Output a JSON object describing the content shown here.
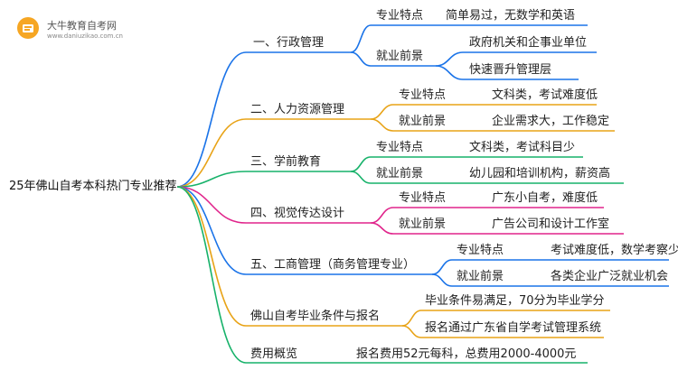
{
  "logo": {
    "title": "大牛教育自考网",
    "url": "www.daniuzikao.com.cn"
  },
  "mindmap": {
    "root": "25年佛山自考本科热门专业推荐",
    "branches": [
      {
        "label": "一、行政管理",
        "color": "#1a73e8",
        "children": [
          {
            "label": "专业特点",
            "leaves": [
              "简单易过，无数学和英语"
            ]
          },
          {
            "label": "就业前景",
            "leaves": [
              "政府机关和企事业单位",
              "快速晋升管理层"
            ]
          }
        ]
      },
      {
        "label": "二、人力资源管理",
        "color": "#e8a317",
        "children": [
          {
            "label": "专业特点",
            "leaves": [
              "文科类，考试难度低"
            ]
          },
          {
            "label": "就业前景",
            "leaves": [
              "企业需求大，工作稳定"
            ]
          }
        ]
      },
      {
        "label": "三、学前教育",
        "color": "#17b26a",
        "children": [
          {
            "label": "专业特点",
            "leaves": [
              "文科类，考试科目少"
            ]
          },
          {
            "label": "就业前景",
            "leaves": [
              "幼儿园和培训机构，薪资高"
            ]
          }
        ]
      },
      {
        "label": "四、视觉传达设计",
        "color": "#e0248b",
        "children": [
          {
            "label": "专业特点",
            "leaves": [
              "广东小自考，难度低"
            ]
          },
          {
            "label": "就业前景",
            "leaves": [
              "广告公司和设计工作室"
            ]
          }
        ]
      },
      {
        "label": "五、工商管理（商务管理专业）",
        "color": "#1a73e8",
        "children": [
          {
            "label": "专业特点",
            "leaves": [
              "考试难度低，数学考察少"
            ]
          },
          {
            "label": "就业前景",
            "leaves": [
              "各类企业广泛就业机会"
            ]
          }
        ]
      },
      {
        "label": "佛山自考毕业条件与报名",
        "color": "#e8a317",
        "leaves": [
          "毕业条件易满足，70分为毕业学分",
          "报名通过广东省自学考试管理系统"
        ]
      },
      {
        "label": "费用概览",
        "color": "#17b26a",
        "leaves": [
          "报名费用52元每科，总费用2000-4000元"
        ]
      }
    ]
  }
}
